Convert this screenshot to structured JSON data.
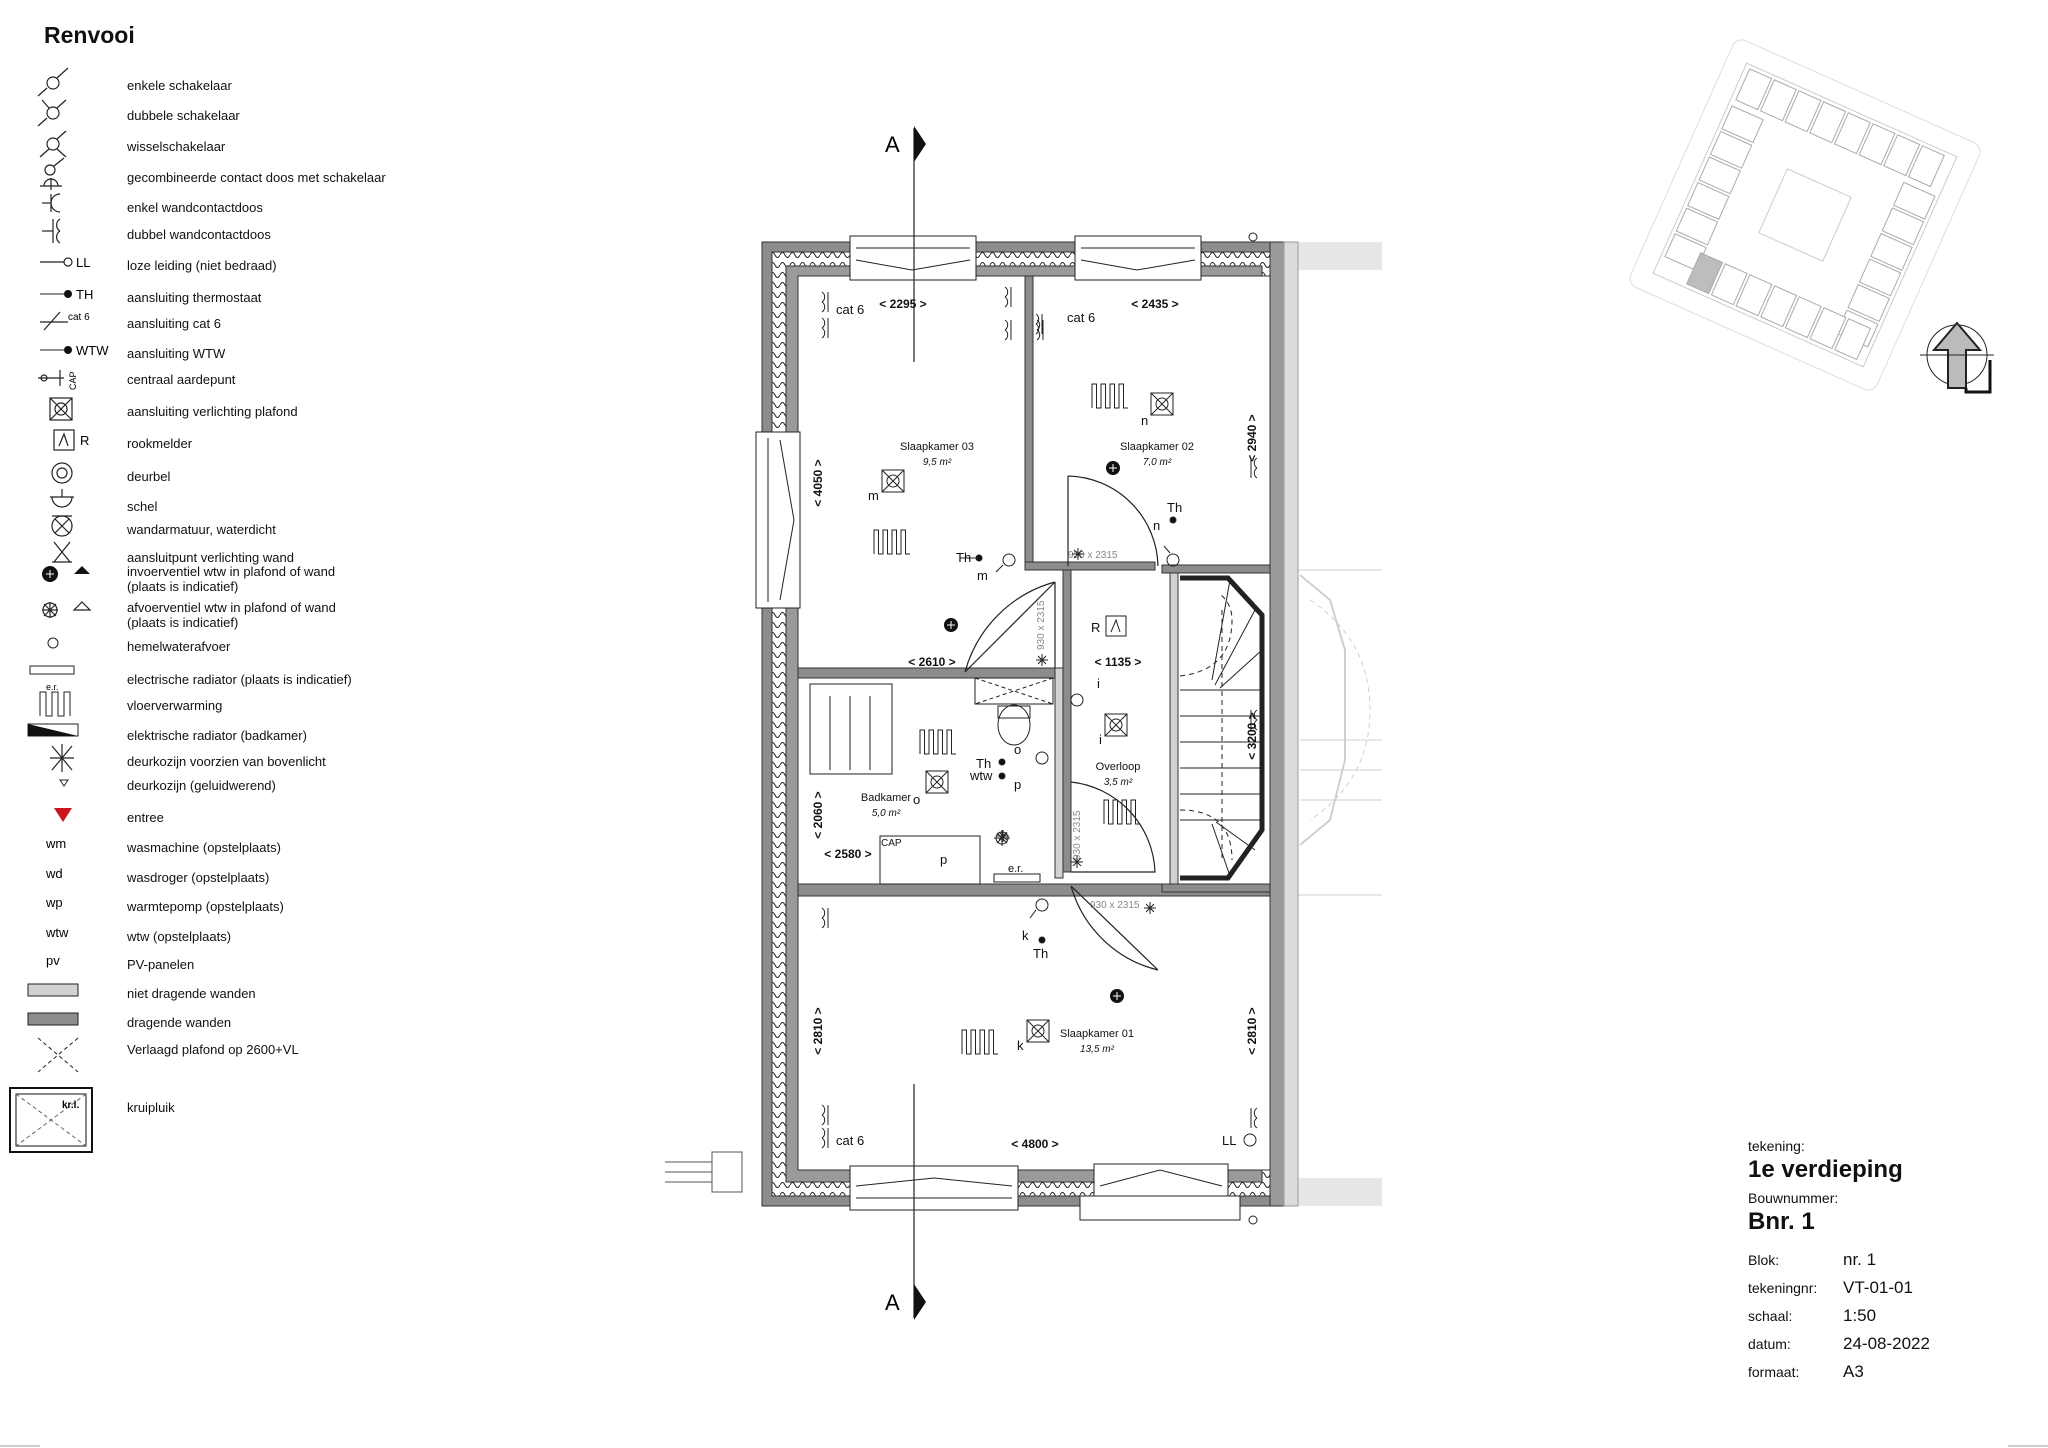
{
  "legend": {
    "title": "Renvooi",
    "items": [
      {
        "label": "enkele schakelaar",
        "icon": "single-switch-icon"
      },
      {
        "label": "dubbele schakelaar",
        "icon": "double-switch-icon"
      },
      {
        "label": "wisselschakelaar",
        "icon": "changeover-switch-icon"
      },
      {
        "label": "gecombineerde contact doos met schakelaar",
        "icon": "combined-socket-switch-icon"
      },
      {
        "label": "enkel wandcontactdoos",
        "icon": "single-socket-icon"
      },
      {
        "label": "dubbel wandcontactdoos",
        "icon": "double-socket-icon"
      },
      {
        "label": "loze leiding (niet bedraad)",
        "icon": "empty-conduit-icon",
        "symbol_text": "LL"
      },
      {
        "label": "aansluiting thermostaat",
        "icon": "thermostat-icon",
        "symbol_text": "TH"
      },
      {
        "label": "aansluiting cat 6",
        "icon": "cat6-icon",
        "symbol_text": "cat 6"
      },
      {
        "label": "aansluiting WTW",
        "icon": "wtw-connection-icon",
        "symbol_text": "WTW"
      },
      {
        "label": "centraal aardepunt",
        "icon": "earth-point-icon",
        "symbol_text": "CAP"
      },
      {
        "label": "aansluiting verlichting plafond",
        "icon": "ceiling-light-icon"
      },
      {
        "label": "rookmelder",
        "icon": "smoke-detector-icon",
        "symbol_text": "R"
      },
      {
        "label": "deurbel",
        "icon": "doorbell-icon"
      },
      {
        "label": "schel",
        "icon": "bell-icon"
      },
      {
        "label": "wandarmatuur, waterdicht",
        "icon": "waterproof-wall-light-icon"
      },
      {
        "label": "aansluitpunt verlichting wand",
        "icon": "wall-light-point-icon"
      },
      {
        "label": "invoerventiel wtw in plafond of wand (plaats is indicatief)",
        "icon": "supply-valve-icon"
      },
      {
        "label": "afvoerventiel wtw in plafond of wand (plaats is indicatief)",
        "icon": "exhaust-valve-icon"
      },
      {
        "label": "hemelwaterafvoer",
        "icon": "rainwater-drain-icon"
      },
      {
        "label": "electrische radiator (plaats is indicatief)",
        "icon": "electric-radiator-icon",
        "symbol_text": "e.r."
      },
      {
        "label": "vloerverwarming",
        "icon": "floor-heating-icon"
      },
      {
        "label": "elektrische radiator (badkamer)",
        "icon": "bathroom-radiator-icon"
      },
      {
        "label": "deurkozijn voorzien van bovenlicht",
        "icon": "transom-icon"
      },
      {
        "label": "deurkozijn (geluidwerend)",
        "icon": "soundproof-door-icon"
      },
      {
        "label": "entree",
        "icon": "entrance-triangle-icon"
      },
      {
        "label": "wasmachine (opstelplaats)",
        "icon": "text-symbol",
        "symbol_text": "wm"
      },
      {
        "label": "wasdroger (opstelplaats)",
        "icon": "text-symbol",
        "symbol_text": "wd"
      },
      {
        "label": "warmtepomp (opstelplaats)",
        "icon": "text-symbol",
        "symbol_text": "wp"
      },
      {
        "label": "wtw (opstelplaats)",
        "icon": "text-symbol",
        "symbol_text": "wtw"
      },
      {
        "label": "PV-panelen",
        "icon": "text-symbol",
        "symbol_text": "pv"
      },
      {
        "label": "niet dragende wanden",
        "icon": "non-bearing-wall-icon"
      },
      {
        "label": "dragende wanden",
        "icon": "bearing-wall-icon"
      },
      {
        "label": "Verlaagd plafond op 2600+VL",
        "icon": "lowered-ceiling-icon"
      },
      {
        "label": "kruipluik",
        "icon": "crawl-hatch-icon",
        "symbol_text": "kr.l."
      }
    ]
  },
  "plan": {
    "section_marker": "A",
    "rooms": [
      {
        "name": "Slaapkamer 03",
        "area": "9,5 m²"
      },
      {
        "name": "Slaapkamer 02",
        "area": "7,0 m²"
      },
      {
        "name": "Badkamer",
        "area": "5,0 m²"
      },
      {
        "name": "Overloop",
        "area": "3,5 m²"
      },
      {
        "name": "Slaapkamer 01",
        "area": "13,5 m²"
      }
    ],
    "dimensions": [
      "< 2295 >",
      "< 2435 >",
      "< 4050 >",
      "< 2940 >",
      "< 2610 >",
      "< 1135 >",
      "< 3200 >",
      "< 2060 >",
      "< 2580 >",
      "< 2810 >",
      "< 2810 >",
      "< 4800 >"
    ],
    "door_labels": [
      "930 x 2315",
      "930 x 2315",
      "930 x 2315",
      "930 x 2315"
    ],
    "symbol_labels": {
      "cat6": "cat 6",
      "th": "Th",
      "m": "m",
      "n": "n",
      "r": "R",
      "i": "i",
      "o": "o",
      "p": "p",
      "wtw": "wtw",
      "cap": "CAP",
      "er": "e.r.",
      "k": "k",
      "ll": "LL"
    }
  },
  "title_block": {
    "drawing_label": "tekening:",
    "drawing_name": "1e verdieping",
    "build_label": "Bouwnummer:",
    "build_number": "Bnr. 1",
    "rows": [
      {
        "key": "Blok:",
        "value": "nr. 1"
      },
      {
        "key": "tekeningnr:",
        "value": "VT-01-01"
      },
      {
        "key": "schaal:",
        "value": "1:50"
      },
      {
        "key": "datum:",
        "value": "24-08-2022"
      },
      {
        "key": "formaat:",
        "value": "A3"
      }
    ]
  },
  "colors": {
    "bearing_wall": "#8c8c8c",
    "non_bearing_wall": "#d2d2d2",
    "entrance": "#c8161d",
    "line": "#1a1a1a"
  }
}
